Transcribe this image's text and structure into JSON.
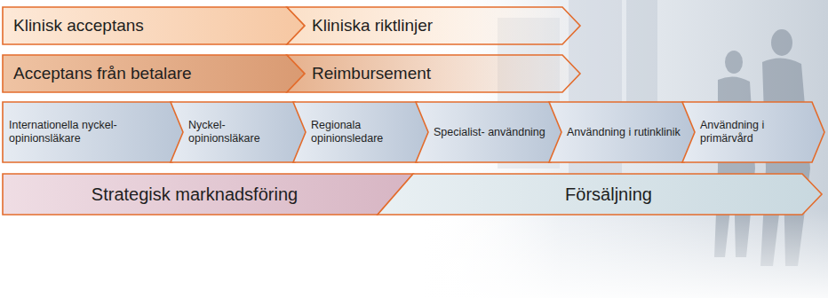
{
  "diagram": {
    "nodes": [
      {
        "text": [
          "Klinisk acceptans"
        ]
      },
      {
        "text": [
          "Kliniska riktlinjer"
        ]
      },
      {
        "text": [
          "Acceptans från betalare"
        ]
      },
      {
        "text": [
          "Reimbursement"
        ]
      },
      {
        "text": [
          "Internationella nyckel- opinionsläkare"
        ]
      },
      {
        "text": [
          "Nyckel- opinionsläkare"
        ]
      },
      {
        "text": [
          "Regionala opinionsledare"
        ]
      },
      {
        "text": [
          "Specialist- användning"
        ]
      },
      {
        "text": [
          "Användning i rutinklinik"
        ]
      },
      {
        "text": [
          "Användning i primärvård"
        ]
      },
      {
        "text": [
          "Strategisk marknadsföring"
        ]
      },
      {
        "text": [
          "Försäljning"
        ]
      }
    ]
  }
}
